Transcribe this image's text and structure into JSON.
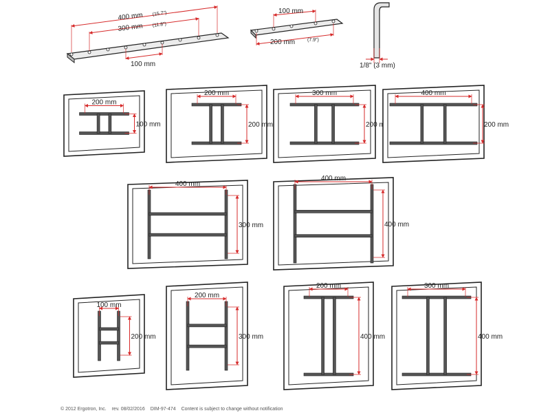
{
  "top_parts": {
    "long_rail": {
      "dim_400": "400 mm",
      "dim_400_in": "(15.7\")",
      "dim_300": "300 mm",
      "dim_300_in": "(11.8\")",
      "dim_100": "100 mm"
    },
    "short_rail": {
      "dim_100": "100 mm",
      "dim_200": "200 mm",
      "dim_200_in": "(7.9\")"
    },
    "hook": {
      "label": "1/8\" (3 mm)"
    }
  },
  "mounts": [
    {
      "w": "200 mm",
      "h": "100 mm"
    },
    {
      "w": "200 mm",
      "h": "200 mm"
    },
    {
      "w": "300 mm",
      "h": "200 mm"
    },
    {
      "w": "400 mm",
      "h": "200 mm"
    },
    {
      "w": "400 mm",
      "h": "300 mm"
    },
    {
      "w": "400 mm",
      "h": "400 mm"
    },
    {
      "w": "100 mm",
      "h": "200 mm"
    },
    {
      "w": "200 mm",
      "h": "300 mm"
    },
    {
      "w": "200 mm",
      "h": "400 mm"
    },
    {
      "w": "300 mm",
      "h": "400 mm"
    }
  ],
  "footer": {
    "copyright": "© 2012 Ergotron, Inc.",
    "rev": "rev. 08/02/2016",
    "doc": "DIM-97-474",
    "notice": "Content is subject to change without notification"
  },
  "colors": {
    "dim": "#d62a2a",
    "rail": "#555555",
    "outline": "#222222"
  }
}
